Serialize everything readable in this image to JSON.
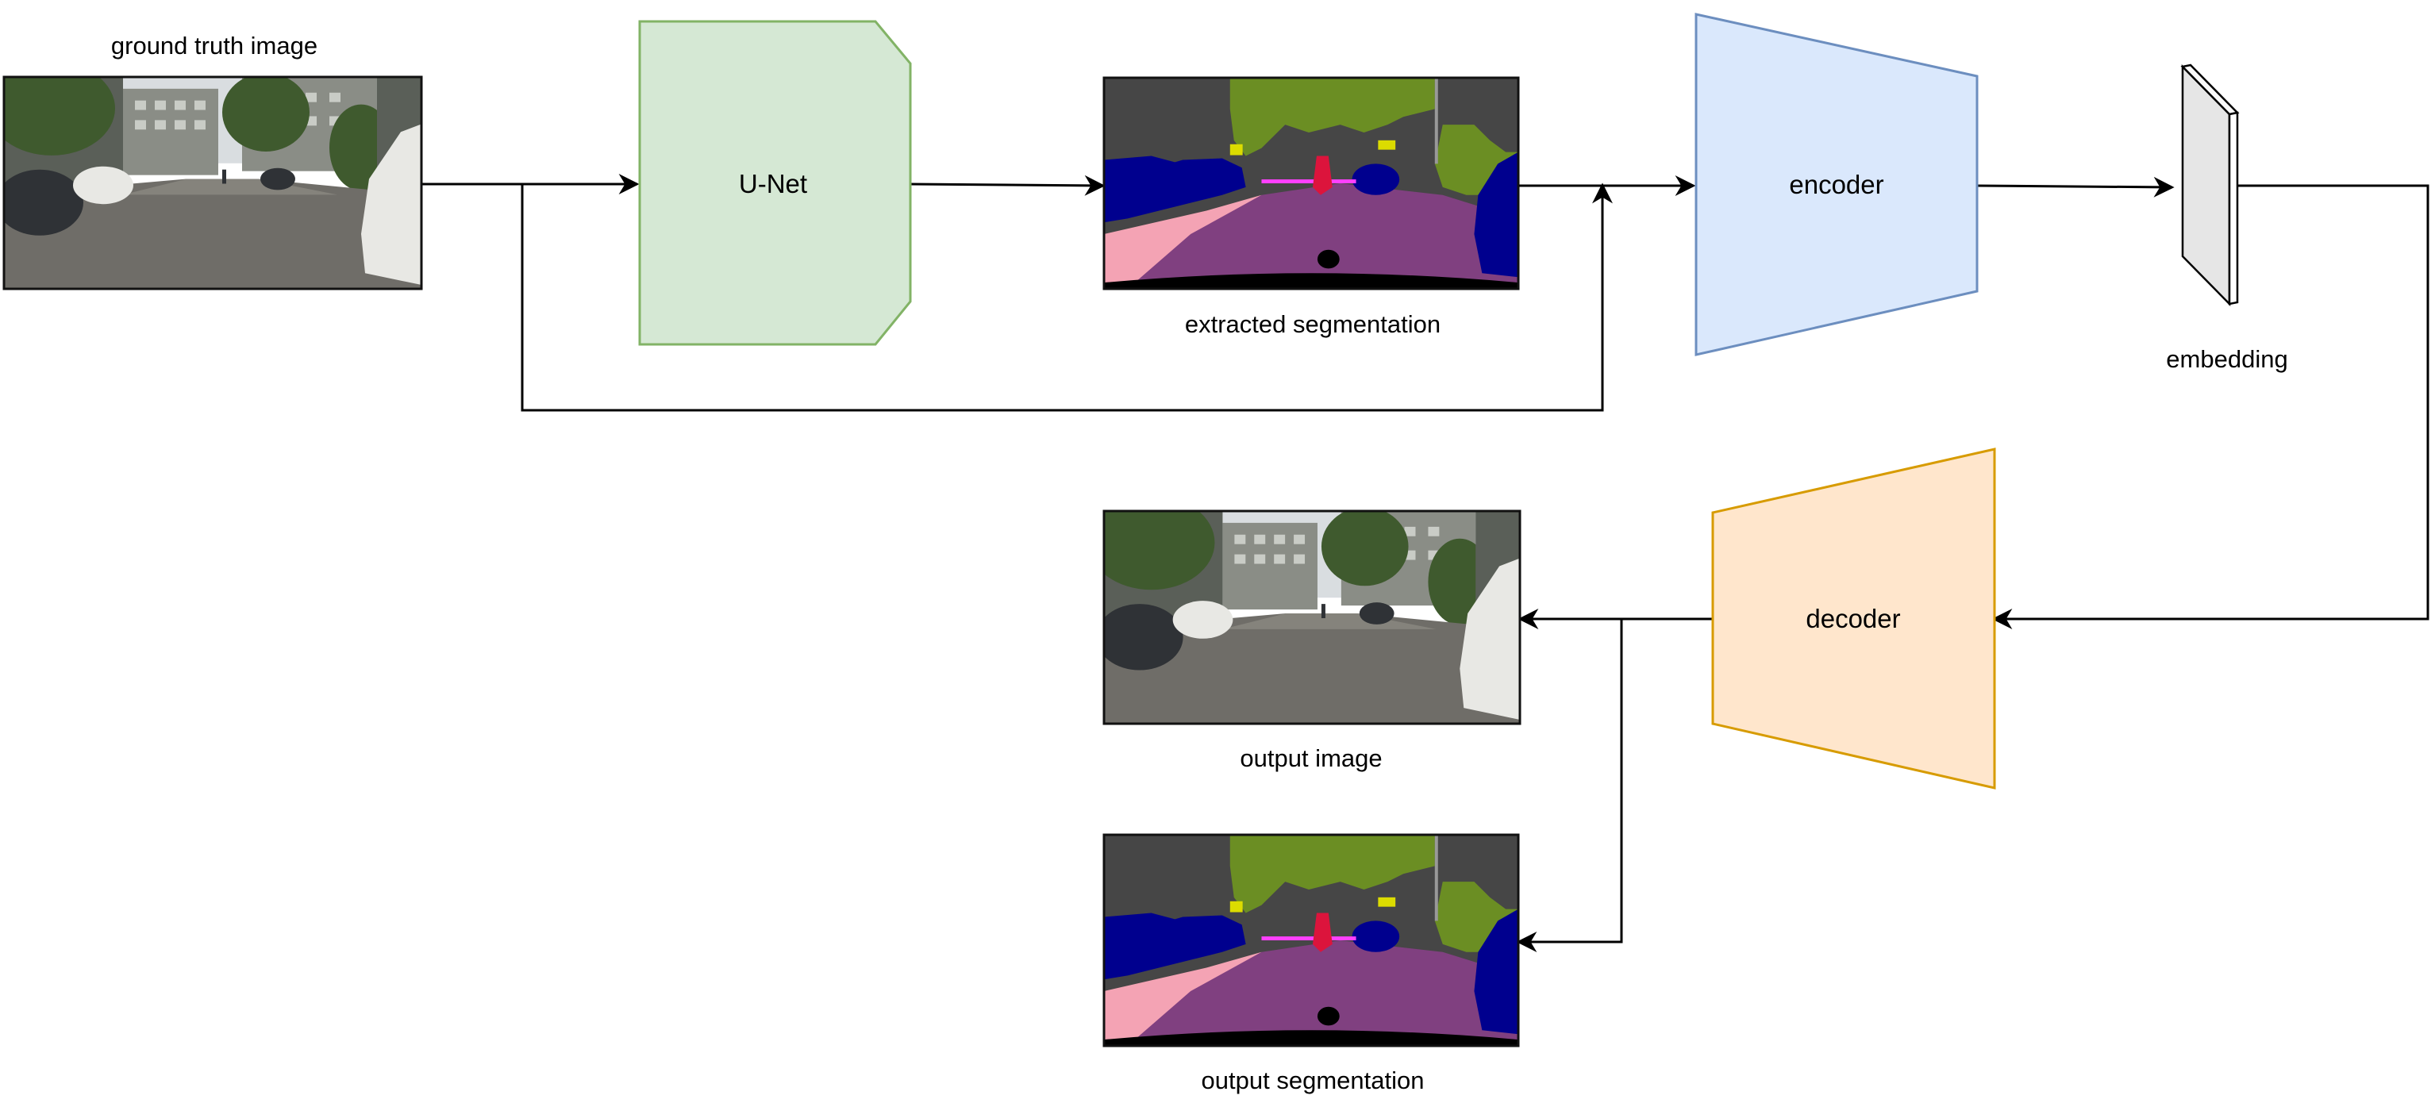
{
  "nodes": {
    "ground_truth": {
      "caption": "ground truth image"
    },
    "unet": {
      "label": "U-Net",
      "fill": "#d5e8d4",
      "stroke": "#82b366"
    },
    "extracted": {
      "caption": "extracted segmentation"
    },
    "encoder": {
      "label": "encoder",
      "fill": "#dae8fc",
      "stroke": "#6c8ebf"
    },
    "embedding": {
      "caption": "embedding"
    },
    "decoder": {
      "label": "decoder",
      "fill": "#ffe6cc",
      "stroke": "#d79b00"
    },
    "output_image": {
      "caption": "output image"
    },
    "output_segmentation": {
      "caption": "output segmentation"
    }
  },
  "scene_colors": {
    "sky": "#d9dde0",
    "building": "#8a8d86",
    "building_dark": "#5a5f58",
    "tree": "#3f5a2e",
    "road": "#6f6d68",
    "road_far": "#85837c",
    "car_white": "#e8e8e4",
    "car_dark": "#2f3236"
  },
  "seg_colors": {
    "background": "#464646",
    "road": "#804080",
    "sidewalk": "#f4a3b4",
    "car": "#00008e",
    "vegetation": "#6b8e23",
    "person": "#dc143c",
    "sign": "#dcdc00",
    "fence": "#ff40ff",
    "ego": "#000000",
    "pole": "#999999"
  }
}
